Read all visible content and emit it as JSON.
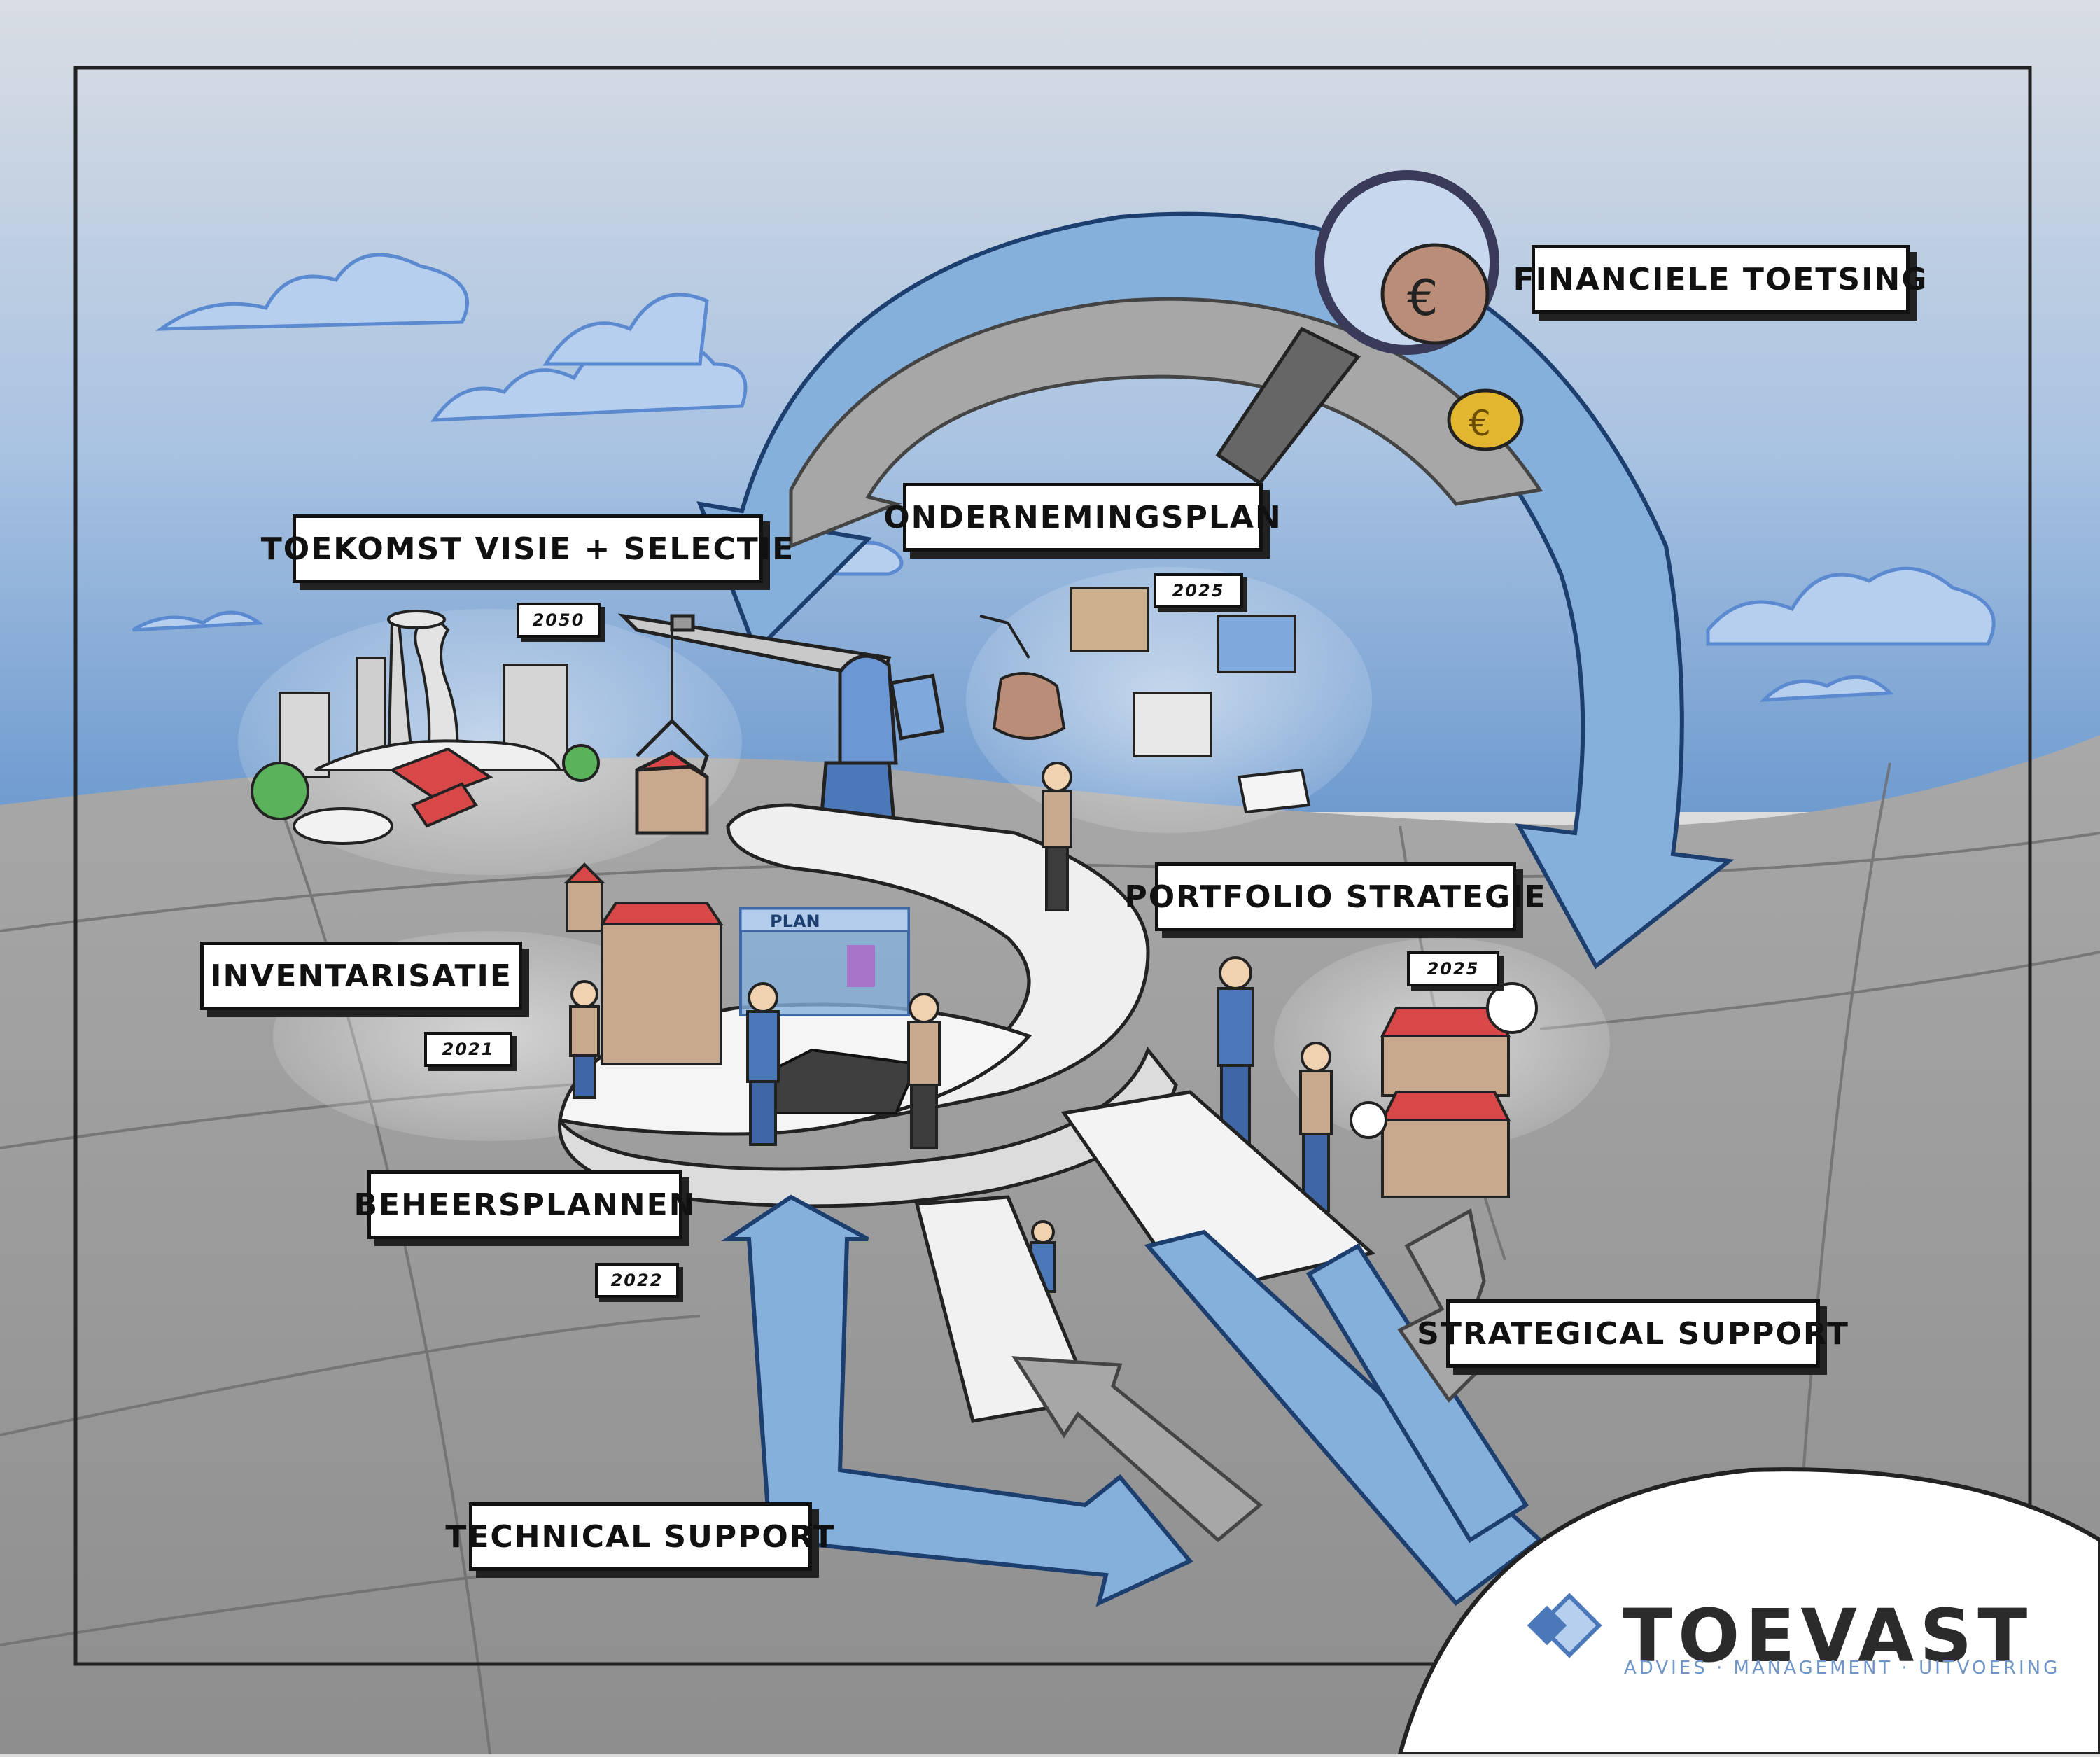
{
  "labels": {
    "financial": "FINANCIELE TOETSING",
    "vision": "TOEKOMST VISIE + SELECTIE",
    "business_plan": "ONDERNEMINGSPLAN",
    "portfolio": "PORTFOLIO STRATEGIE",
    "inventory": "INVENTARISATIE",
    "management_plans": "BEHEERSPLANNEN",
    "strategical": "STRATEGICAL SUPPORT",
    "technical": "TECHNICAL SUPPORT"
  },
  "years": {
    "vision": "2050",
    "business_plan": "2025",
    "portfolio": "2025",
    "inventory": "2021",
    "management_plans": "2022"
  },
  "screen_text": "PLAN",
  "logo": {
    "name": "TOEVAST",
    "tagline": "ADVIES · MANAGEMENT · UITVOERING"
  },
  "colors": {
    "sky_top": "#d9dde3",
    "sky_bottom": "#7ea7d6",
    "ground": "#a6a6a6",
    "arrow_blue": "#86b0dc",
    "arrow_grey": "#a3a3a3",
    "roof_red": "#d94848",
    "box_brown": "#c8a98e"
  }
}
